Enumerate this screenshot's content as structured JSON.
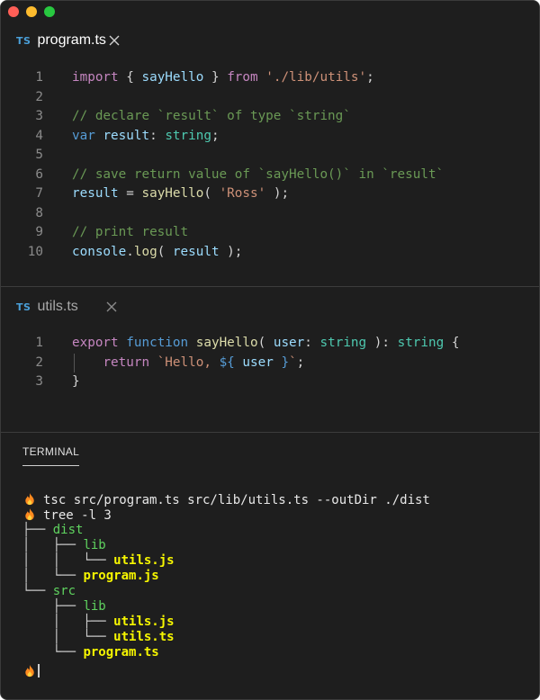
{
  "window": {
    "traffic_lights": {
      "close": "#ff5f57",
      "minimize": "#febc2e",
      "maximize": "#28c840"
    }
  },
  "colors": {
    "background": "#1e1e1e",
    "ts_badge": "#4a9fd8",
    "directory": "#5fd35f",
    "file": "#f6f600"
  },
  "tab1": {
    "badge": "TS",
    "name": "program.ts",
    "close_icon": "close-icon"
  },
  "editor1": {
    "line_numbers": [
      "1",
      "2",
      "3",
      "4",
      "5",
      "6",
      "7",
      "8",
      "9",
      "10"
    ],
    "lines": [
      "import { sayHello } from './lib/utils';",
      "",
      "// declare `result` of type `string`",
      "var result: string;",
      "",
      "// save return value of `sayHello()` in `result`",
      "result = sayHello( 'Ross' );",
      "",
      "// print result",
      "console.log( result );"
    ]
  },
  "tab2": {
    "badge": "TS",
    "name": "utils.ts",
    "close_icon": "close-icon"
  },
  "editor2": {
    "line_numbers": [
      "1",
      "2",
      "3"
    ],
    "lines": [
      "export function sayHello( user: string ): string {",
      "    return `Hello, ${ user }`;",
      "}"
    ]
  },
  "terminal": {
    "tab_label": "TERMINAL",
    "prompt_icon": "fire-icon",
    "commands": [
      "tsc src/program.ts src/lib/utils.ts --outDir ./dist",
      "tree -l 3"
    ],
    "tree": [
      {
        "prefix": "├── ",
        "name": "dist",
        "kind": "dir"
      },
      {
        "prefix": "│   ├── ",
        "name": "lib",
        "kind": "dir"
      },
      {
        "prefix": "│   │   └── ",
        "name": "utils.js",
        "kind": "file"
      },
      {
        "prefix": "│   └── ",
        "name": "program.js",
        "kind": "file"
      },
      {
        "prefix": "└── ",
        "name": "src",
        "kind": "dir"
      },
      {
        "prefix": "    ├── ",
        "name": "lib",
        "kind": "dir"
      },
      {
        "prefix": "    │   ├── ",
        "name": "utils.js",
        "kind": "file"
      },
      {
        "prefix": "    │   └── ",
        "name": "utils.ts",
        "kind": "file"
      },
      {
        "prefix": "    └── ",
        "name": "program.ts",
        "kind": "file"
      }
    ]
  }
}
